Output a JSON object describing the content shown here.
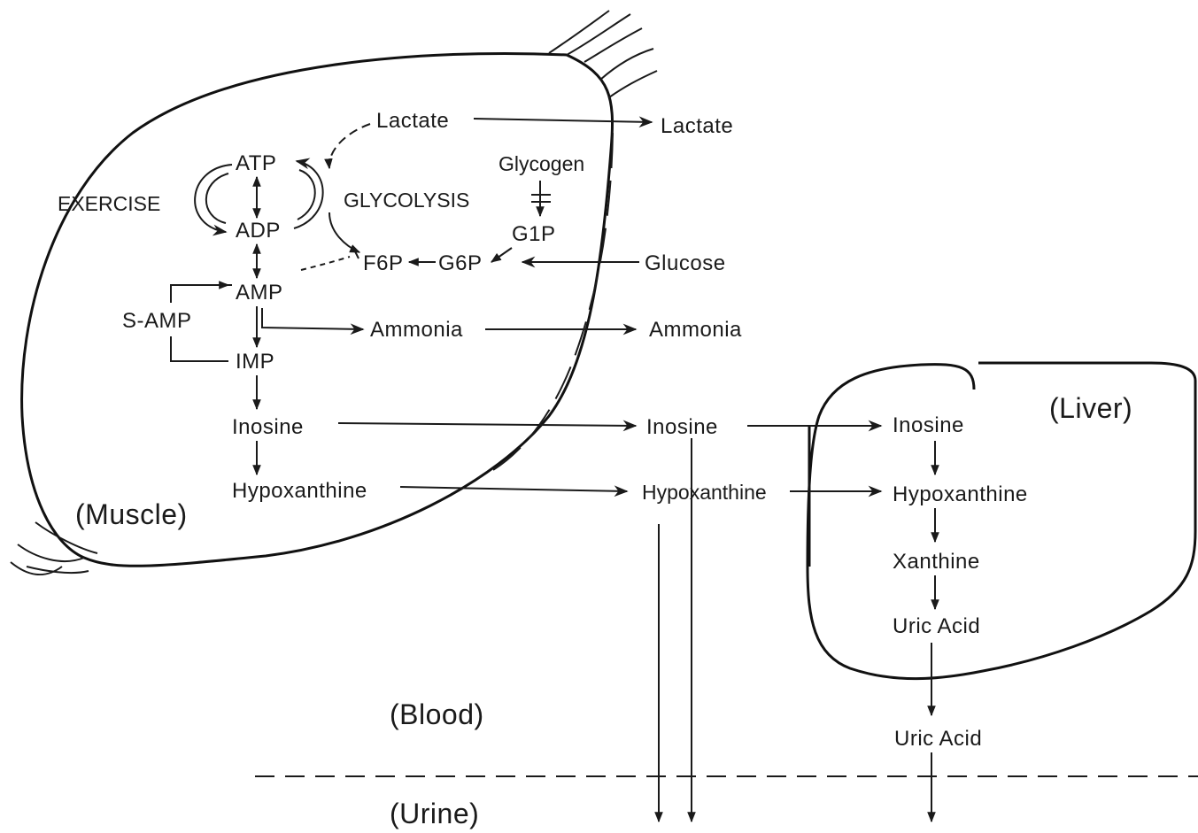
{
  "regions": {
    "muscle": "(Muscle)",
    "liver": "(Liver)",
    "blood": "(Blood)",
    "urine": "(Urine)"
  },
  "muscle": {
    "lactate": "Lactate",
    "glycogen": "Glycogen",
    "atp": "ATP",
    "adp": "ADP",
    "exercise": "EXERCISE",
    "glycolysis": "GLYCOLYSIS",
    "g1p": "G1P",
    "f6p": "F6P",
    "g6p": "G6P",
    "amp": "AMP",
    "s_amp": "S-AMP",
    "imp": "IMP",
    "ammonia": "Ammonia",
    "inosine": "Inosine",
    "hypoxanthine": "Hypoxanthine"
  },
  "blood": {
    "lactate": "Lactate",
    "glucose": "Glucose",
    "ammonia": "Ammonia",
    "inosine": "Inosine",
    "hypoxanthine": "Hypoxanthine",
    "uric_acid": "Uric Acid"
  },
  "liver": {
    "inosine": "Inosine",
    "hypoxanthine": "Hypoxanthine",
    "xanthine": "Xanthine",
    "uric_acid": "Uric Acid"
  }
}
